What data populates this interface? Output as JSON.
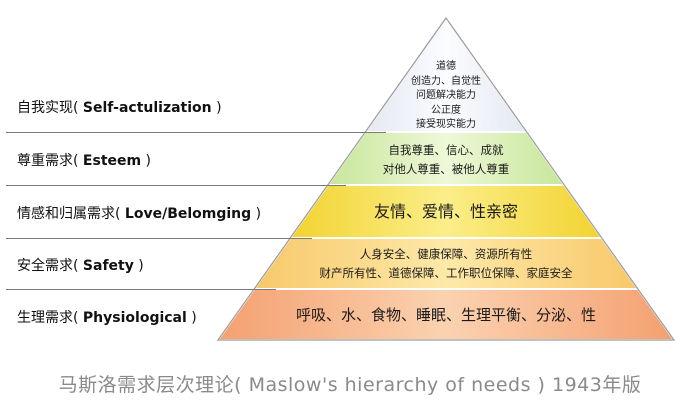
{
  "levels": [
    {
      "label_cn": "自我实现",
      "label_en": "Self-actulization",
      "content": [
        "道德",
        "创造力、自觉性",
        "问题解决能力",
        "公正度",
        "接受现实能力"
      ]
    },
    {
      "label_cn": "尊重需求",
      "label_en": "Esteem",
      "content": [
        "自我尊重、信心、成就",
        "对他人尊重、被他人尊重"
      ]
    },
    {
      "label_cn": "情感和归属需求",
      "label_en": "Love/Belomging",
      "content": [
        "友情、爱情、性亲密"
      ]
    },
    {
      "label_cn": "安全需求",
      "label_en": "Safety",
      "content": [
        "人身安全、健康保障、资源所有性",
        "财产所有性、道德保障、工作职位保障、家庭安全"
      ]
    },
    {
      "label_cn": "生理需求",
      "label_en": "Physiological",
      "content": [
        "呼吸、水、食物、睡眠、生理平衡、分泌、性"
      ]
    }
  ],
  "tier_colors": {
    "self_actualization": "#f1f3f8",
    "esteem": "#d8efb4",
    "love": "#f6e05a",
    "safety": "#fbd98a",
    "physiological": "#f7b88b"
  },
  "caption": "马斯洛需求层次理论( Maslow's hierarchy of needs )   1943年版"
}
